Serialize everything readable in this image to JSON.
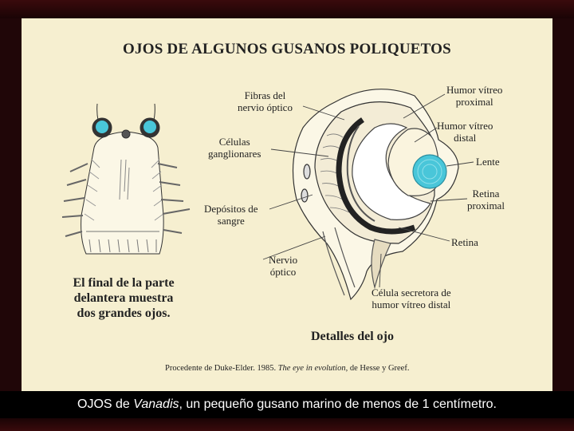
{
  "title": "OJOS DE ALGUNOS GUSANOS POLIQUETOS",
  "labels": {
    "fibras": [
      "Fibras del",
      "nervio óptico"
    ],
    "celulas": [
      "Células",
      "ganglionares"
    ],
    "depositos": [
      "Depósitos de",
      "sangre"
    ],
    "nervio": [
      "Nervio",
      "óptico"
    ],
    "humor_proximal": [
      "Humor vítreo",
      "proximal"
    ],
    "humor_distal": [
      "Humor vítreo",
      "distal"
    ],
    "lente": "Lente",
    "retina_proximal": [
      "Retina",
      "proximal"
    ],
    "retina": "Retina",
    "celula_secretora": [
      "Célula secretora de",
      "humor vítreo distal"
    ]
  },
  "worm_caption": [
    "El final de la parte",
    "delantera muestra",
    "dos grandes ojos."
  ],
  "eye_caption": "Detalles del ojo",
  "source": {
    "prefix": "Procedente de Duke-Elder. 1985. ",
    "book": "The eye in evolution,",
    "suffix": " de Hesse y Greef."
  },
  "caption": {
    "part1": "OJOS de ",
    "species": "Vanadis",
    "part2": ", un pequeño gusano marino de menos de 1 centímetro."
  },
  "colors": {
    "background": "#f6efd0",
    "eye_cyan": "#49c6d9",
    "frame": "#2a070a",
    "caption_bar": "#000000"
  }
}
